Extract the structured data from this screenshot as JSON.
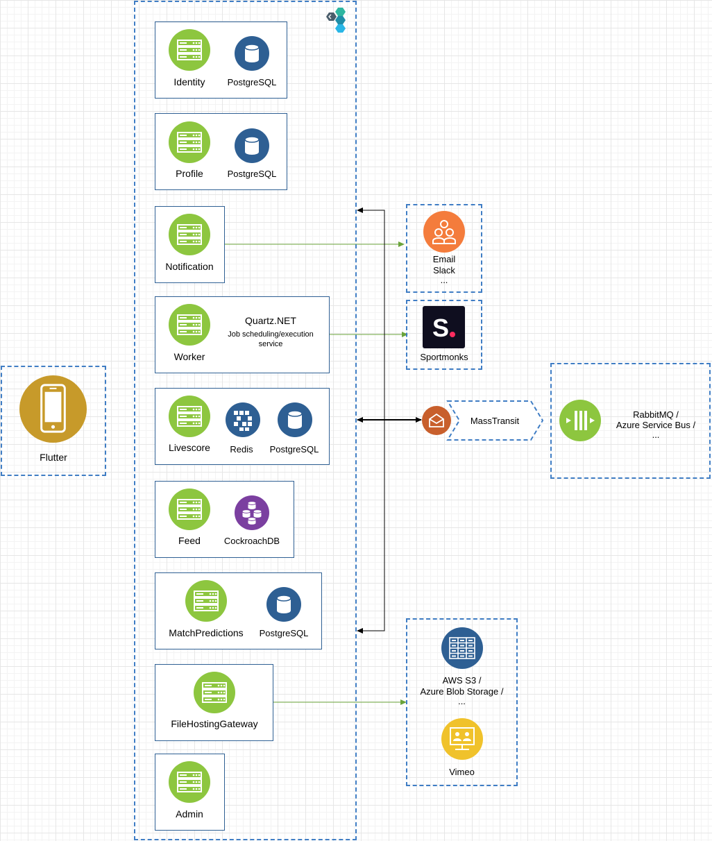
{
  "client": {
    "label": "Flutter"
  },
  "services": {
    "identity": {
      "label": "Identity",
      "db": "PostgreSQL"
    },
    "profile": {
      "label": "Profile",
      "db": "PostgreSQL"
    },
    "notification": {
      "label": "Notification"
    },
    "worker": {
      "label": "Worker",
      "tool_title": "Quartz.NET",
      "tool_desc_1": "Job scheduling/execution",
      "tool_desc_2": "service"
    },
    "livescore": {
      "label": "Livescore",
      "cache": "Redis",
      "db": "PostgreSQL"
    },
    "feed": {
      "label": "Feed",
      "db": "CockroachDB"
    },
    "matchpredictions": {
      "label": "MatchPredictions",
      "db": "PostgreSQL"
    },
    "filehosting": {
      "label": "FileHostingGateway"
    },
    "admin": {
      "label": "Admin"
    }
  },
  "externals": {
    "notify": {
      "line1": "Email",
      "line2": "Slack",
      "line3": "..."
    },
    "sportmonks": {
      "label": "Sportmonks"
    },
    "masstransit": {
      "label": "MassTransit"
    },
    "broker": {
      "line1": "RabbitMQ /",
      "line2": "Azure Service Bus /",
      "line3": "..."
    },
    "storage": {
      "line1": "AWS S3 /",
      "line2": "Azure Blob Storage /",
      "line3": "...",
      "vimeo": "Vimeo"
    }
  },
  "colors": {
    "service_green": "#8dc63f",
    "db_navy": "#2e5f93",
    "flutter_gold": "#c79a2a",
    "email_orange": "#f47c3c",
    "masstransit_orange": "#c85f2c",
    "cockroach_purple": "#7b3fa0",
    "vimeo_yellow": "#f0c22b",
    "dashed_blue": "#3f7dc4",
    "wire_green": "#6aa33a"
  }
}
